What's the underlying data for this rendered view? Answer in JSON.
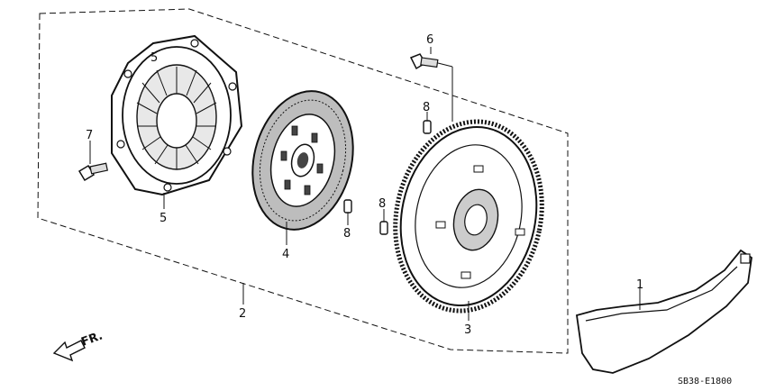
{
  "callouts": {
    "c1": "1",
    "c2": "2",
    "c3": "3",
    "c4": "4",
    "c5": "5",
    "c6": "6",
    "c7": "7",
    "c8a": "8",
    "c8b": "8",
    "c8c": "8"
  },
  "direction_label": "FR.",
  "diagram_code": "SB38-E1800"
}
